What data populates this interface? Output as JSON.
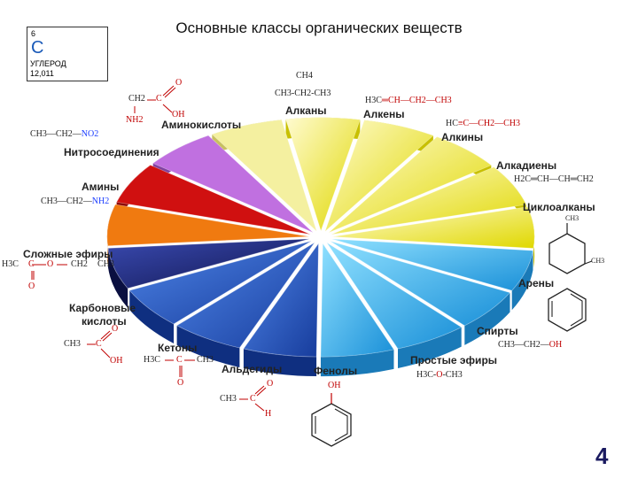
{
  "title": "Основные классы органических  веществ",
  "element_card": {
    "number": "6",
    "symbol": "C",
    "name": "УГЛЕРОД",
    "mass": "12,011"
  },
  "classes": {
    "alkanes": "Алканы",
    "alkenes": "Алкены",
    "alkynes": "Алкины",
    "alkadienes": "Алкадиены",
    "cycloalkanes": "Циклоалканы",
    "arenes": "Арены",
    "alcohols": "Спирты",
    "ethers": "Простые эфиры",
    "phenols": "Фенолы",
    "aldehydes": "Альдегиды",
    "ketones": "Кетоны",
    "acids_line1": "Карбоновые",
    "acids_line2": "кислоты",
    "esters": "Сложные эфиры",
    "amines": "Амины",
    "nitro": "Нитросоединения",
    "amino_acids": "Аминокислоты"
  },
  "formulas": {
    "ch4": "CH4",
    "alkane": "CH3-CH2-CH3",
    "alkene_a": "H3C",
    "alkene_b": "═CH—CH2—CH3",
    "alkyne_a": "HC",
    "alkyne_b": "≡C—CH2—CH3",
    "alkadiene": "H2C═CH—CH═CH2",
    "alcohol_a": "CH3—CH2—",
    "alcohol_b": "OH",
    "ether_a": "H3C-",
    "ether_b": "O",
    "ether_c": "-CH3",
    "phenol_oh": "OH",
    "nitro_a": "CH3—CH2—",
    "nitro_b": "NO2",
    "amine_a": "CH3—CH2—",
    "amine_b": "NH2",
    "aa_ch2": "CH2",
    "aa_c": "C",
    "aa_o": "O",
    "aa_oh": "OH",
    "aa_nh2": "NH2",
    "ester_h3c": "H3C",
    "ester_c": "C",
    "ester_o": "O",
    "ester_ch2": "CH2",
    "ester_ch3": "CH3",
    "ester_o2": "O",
    "acid_ch3": "CH3",
    "acid_c": "C",
    "acid_o": "O",
    "acid_oh": "OH",
    "ketone_h3c": "H3C",
    "ketone_c": "C",
    "ketone_ch3": "CH3",
    "ketone_o": "O",
    "ald_ch3": "CH3",
    "ald_c": "C",
    "ald_o": "O",
    "ald_h": "H",
    "cyclo_ch3_top": "CH3",
    "cyclo_ch3_bottom": "CH3"
  },
  "page_number": "4",
  "colors": {
    "yellow_light": "#f4f0a0",
    "yellow": "#e8e000",
    "cyan": "#2aa8e8",
    "blue": "#1a4ec0",
    "navy": "#1a1f80",
    "orange": "#f07a10",
    "red": "#d01010",
    "violet": "#c070e0",
    "formula_red": "#c00000",
    "formula_blue": "#1a3cff"
  }
}
